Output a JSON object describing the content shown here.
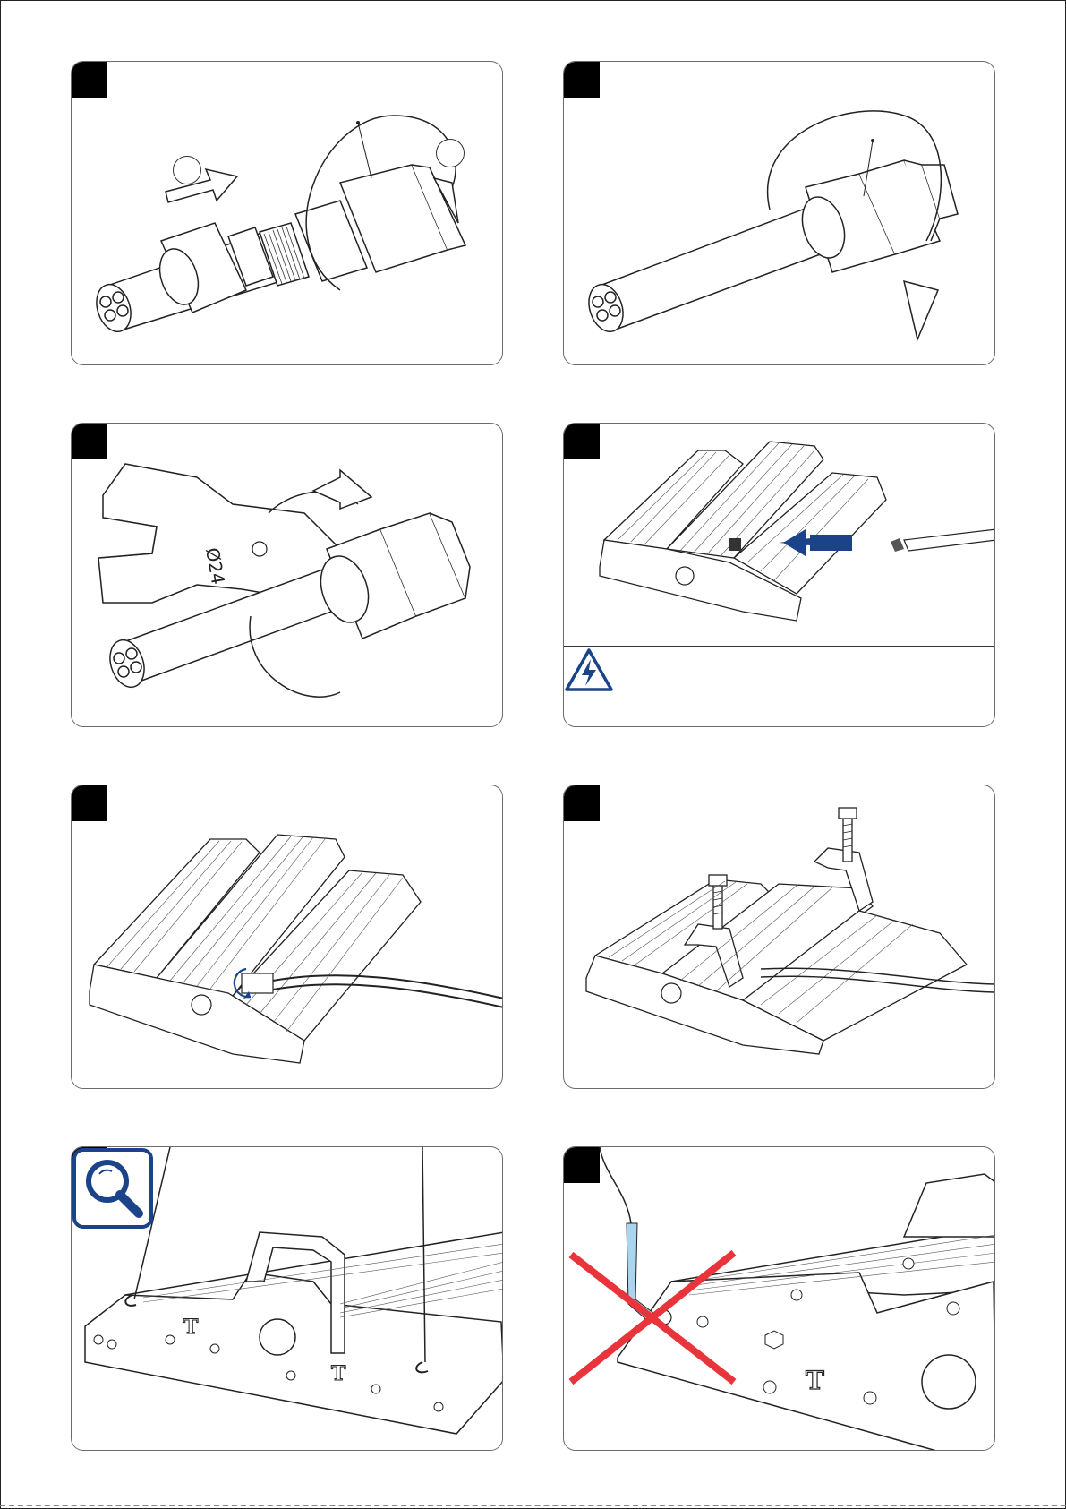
{
  "document": {
    "type": "installation-instructions",
    "accent_color": "#1a4389",
    "cross_color": "#e8343a"
  },
  "steps": [
    {
      "id": "step-1",
      "number": "",
      "circle_labels": [
        "",
        ""
      ]
    },
    {
      "id": "step-2",
      "number": ""
    },
    {
      "id": "step-3",
      "number": ""
    },
    {
      "id": "step-4",
      "number": "",
      "warning_text": ""
    },
    {
      "id": "step-5",
      "number": ""
    },
    {
      "id": "step-6",
      "number": ""
    },
    {
      "id": "step-7",
      "number": "",
      "icon": "magnifier-icon"
    },
    {
      "id": "step-8",
      "number": "",
      "icon": "prohibited-cross-icon"
    }
  ]
}
